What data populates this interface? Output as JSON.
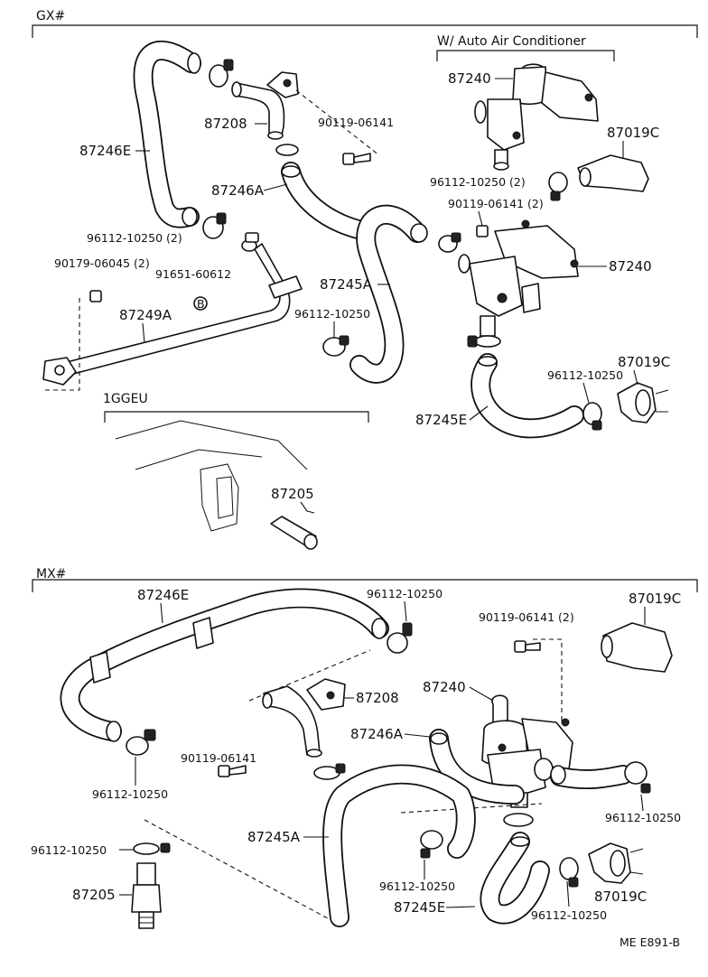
{
  "sections": {
    "gx": "GX#",
    "mx": "MX#",
    "auto_ac": "W/ Auto Air Conditioner",
    "engine": "1GGEU"
  },
  "gx_labels": {
    "p87246E": "87246E",
    "p87208": "87208",
    "p90119_top": "90119-06141",
    "p87246A": "87246A",
    "p96112_left": "96112-10250 (2)",
    "p90179": "90179-06045 (2)",
    "p91651": "91651-60612",
    "p87249A": "87249A",
    "p87245A": "87245A",
    "p96112_mid": "96112-10250",
    "p87240_top": "87240",
    "p87019C_top": "87019C",
    "p96112_right2": "96112-10250 (2)",
    "p90119_right2": "90119-06141 (2)",
    "p87240_mid": "87240",
    "p87019C_mid": "87019C",
    "p96112_right": "96112-10250",
    "p87245E": "87245E",
    "p87205": "87205",
    "marker_b": "B"
  },
  "mx_labels": {
    "p87246E": "87246E",
    "p96112_top": "96112-10250",
    "p90119_2": "90119-06141 (2)",
    "p87019C_top": "87019C",
    "p87208": "87208",
    "p87240": "87240",
    "p87246A": "87246A",
    "p90119": "90119-06141",
    "p96112_left": "96112-10250",
    "p96112_right": "96112-10250",
    "p87245A": "87245A",
    "p96112_bl": "96112-10250",
    "p96112_bc": "96112-10250",
    "p87205": "87205",
    "p87245E": "87245E",
    "p96112_br": "96112-10250",
    "p87019C_bottom": "87019C"
  },
  "footer_code": "ME E891-B"
}
